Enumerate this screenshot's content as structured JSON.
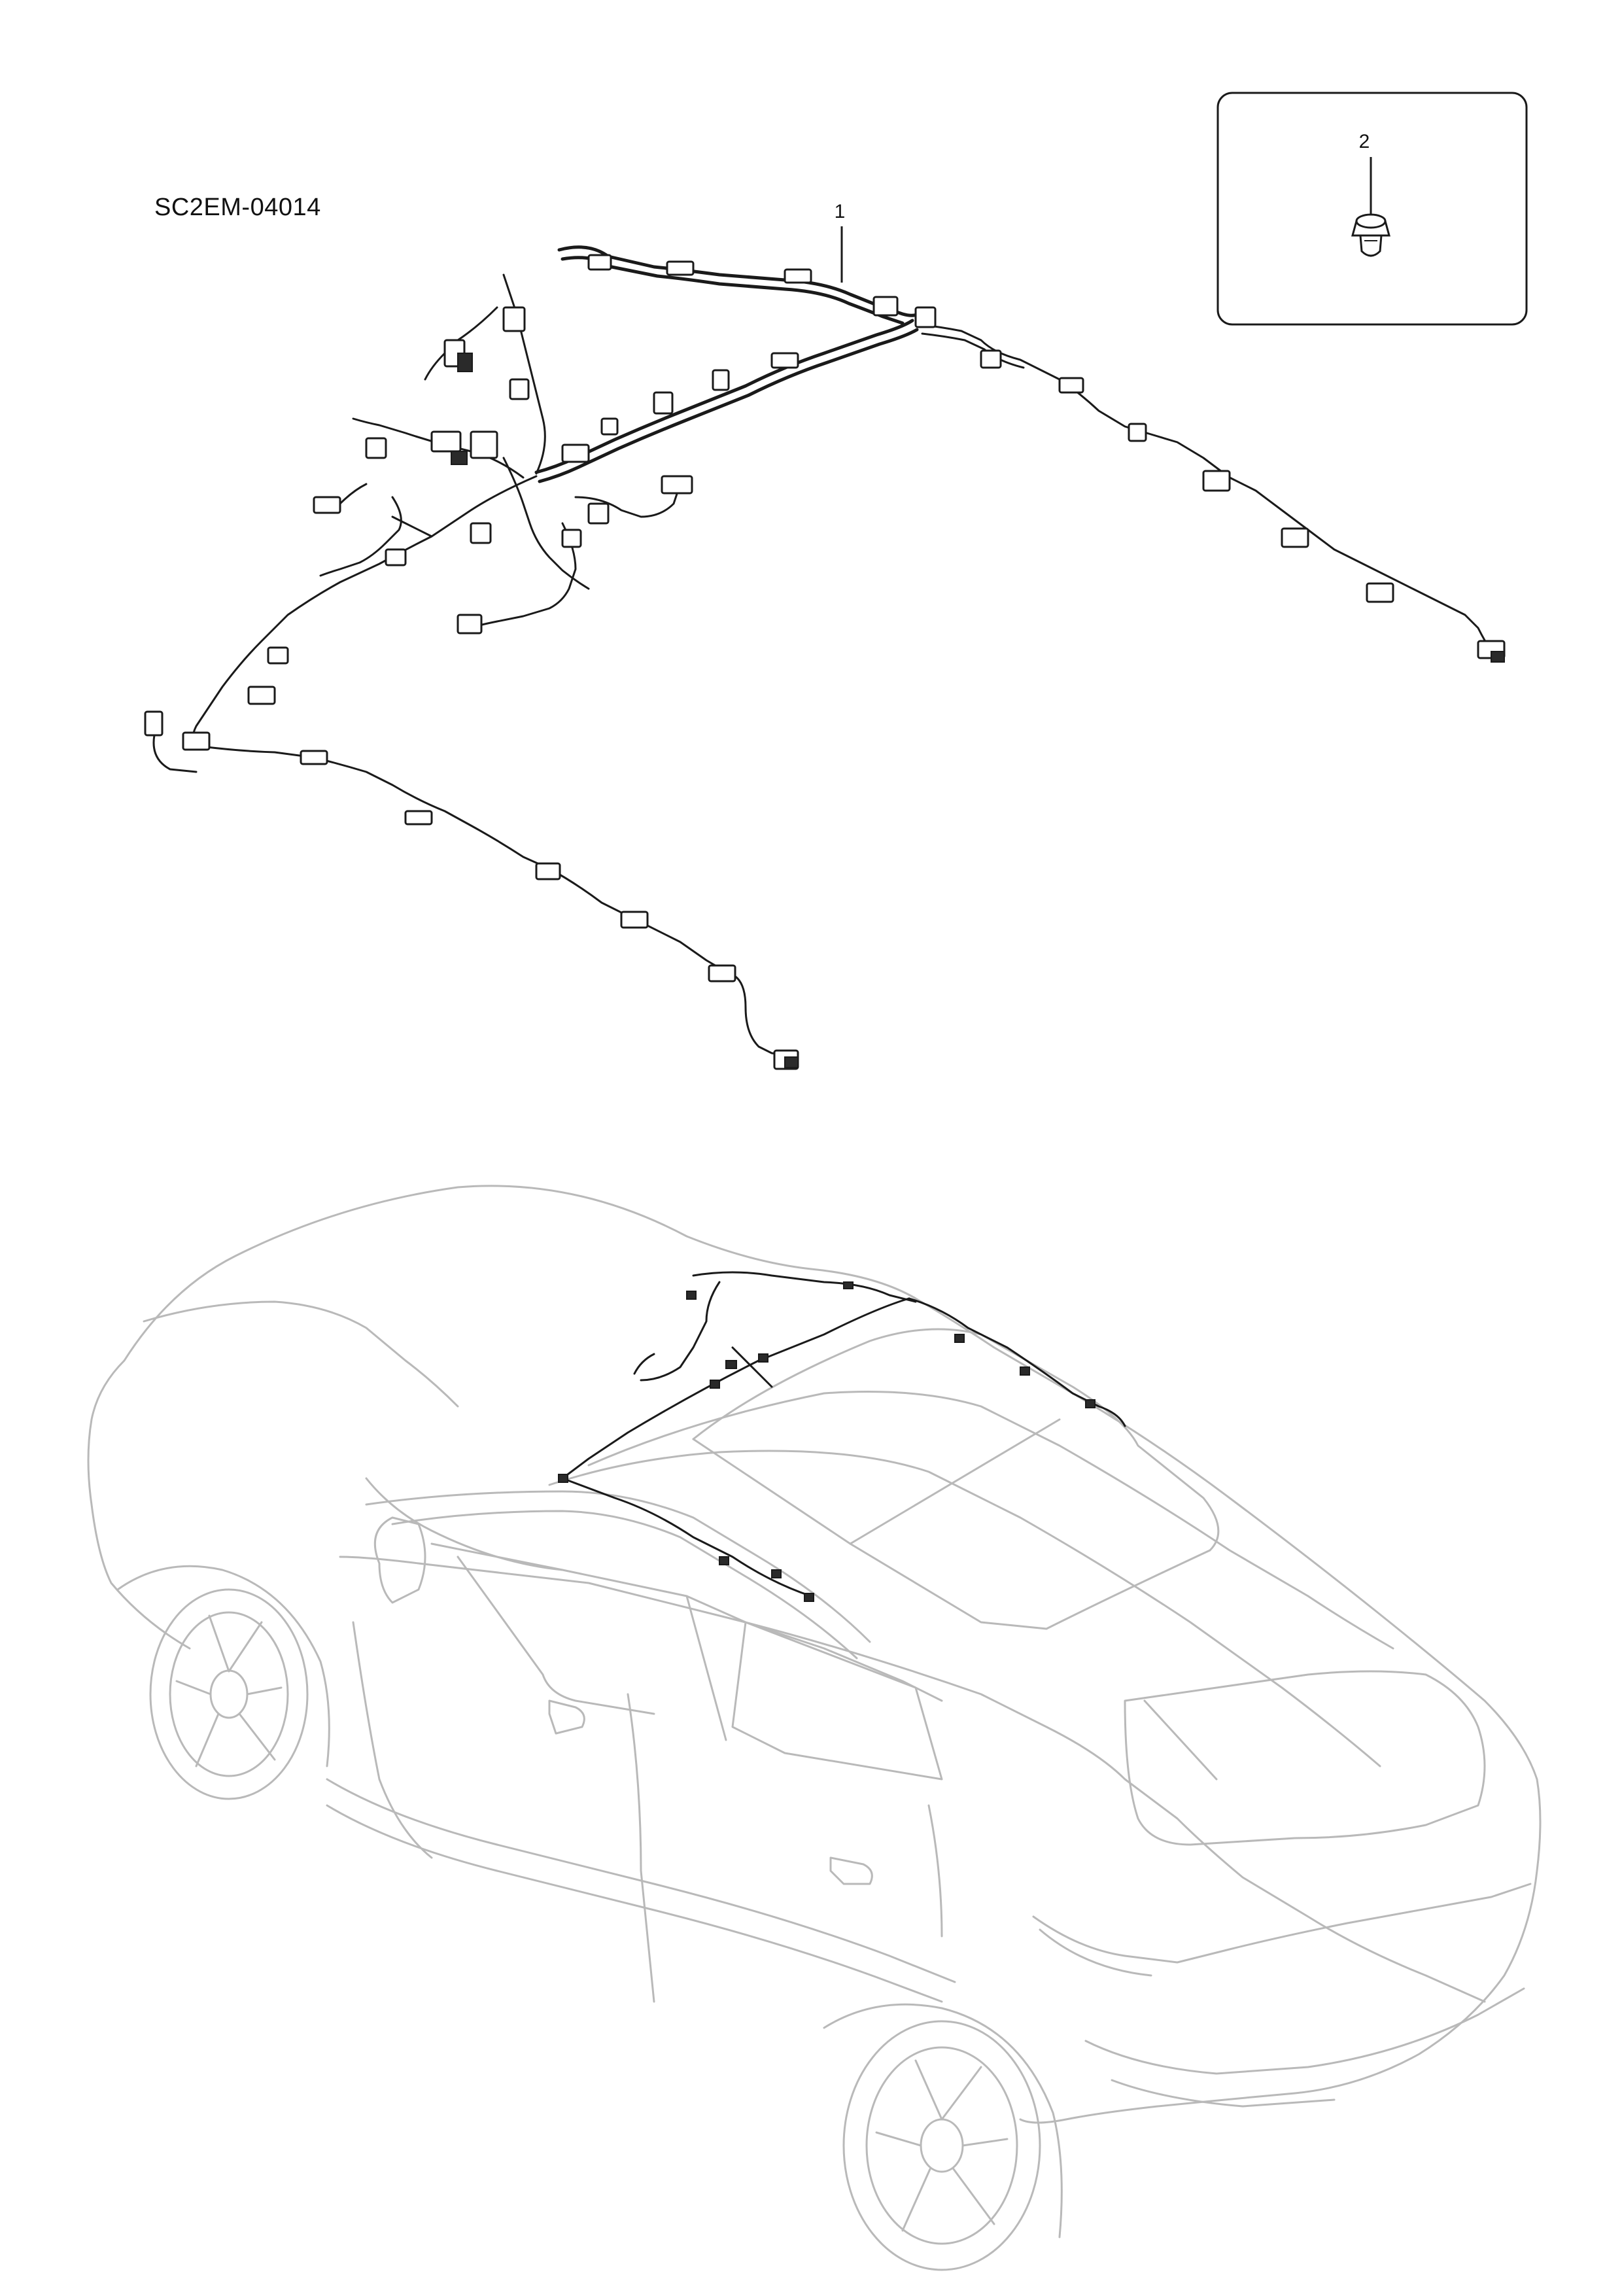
{
  "drawing": {
    "code": "SC2EM-04014"
  },
  "callouts": [
    {
      "number": "1",
      "part": "harness"
    },
    {
      "number": "2",
      "part": "clip"
    }
  ],
  "icons": {
    "harness": "wiring-harness-icon",
    "clip": "push-clip-icon",
    "vehicle": "vehicle-outline-icon"
  },
  "colors": {
    "linework": "#1a1a1a",
    "vehicle_outline": "#b9b9b9",
    "background": "#ffffff"
  }
}
